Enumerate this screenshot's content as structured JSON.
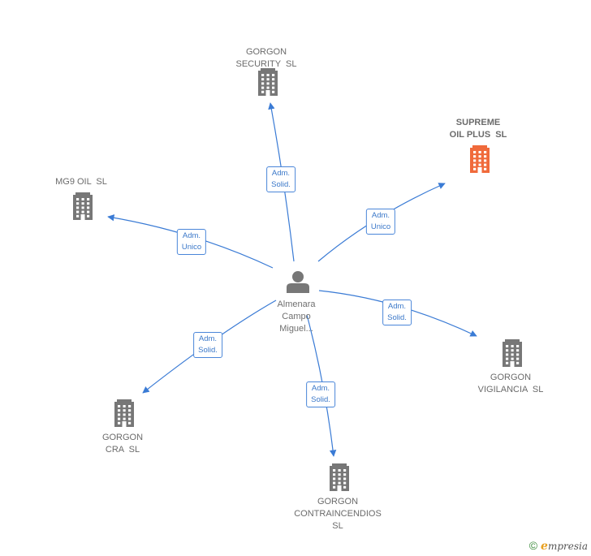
{
  "center": {
    "name": "Almenara\nCampo\nMiguel...",
    "icon": "person-icon"
  },
  "companies": [
    {
      "id": "gorgon-security",
      "name": "GORGON\nSECURITY  SL",
      "color": "#777777",
      "highlight": false,
      "icon": "building-icon"
    },
    {
      "id": "supreme-oil-plus",
      "name": "SUPREME\nOIL PLUS  SL",
      "color": "#f06a3b",
      "highlight": true,
      "icon": "building-icon"
    },
    {
      "id": "mg9-oil",
      "name": "MG9 OIL  SL",
      "color": "#777777",
      "highlight": false,
      "icon": "building-icon"
    },
    {
      "id": "gorgon-vigilancia",
      "name": "GORGON\nVIGILANCIA  SL",
      "color": "#777777",
      "highlight": false,
      "icon": "building-icon"
    },
    {
      "id": "gorgon-cra",
      "name": "GORGON\nCRA  SL",
      "color": "#777777",
      "highlight": false,
      "icon": "building-icon"
    },
    {
      "id": "gorgon-contraincendios",
      "name": "GORGON\nCONTRAINCENDIOS\nSL",
      "color": "#777777",
      "highlight": false,
      "icon": "building-icon"
    }
  ],
  "edges": [
    {
      "to": "gorgon-security",
      "label": "Adm.\nSolid."
    },
    {
      "to": "supreme-oil-plus",
      "label": "Adm.\nUnico"
    },
    {
      "to": "mg9-oil",
      "label": "Adm.\nUnico"
    },
    {
      "to": "gorgon-vigilancia",
      "label": "Adm.\nSolid."
    },
    {
      "to": "gorgon-cra",
      "label": "Adm.\nSolid."
    },
    {
      "to": "gorgon-contraincendios",
      "label": "Adm.\nSolid."
    }
  ],
  "edge_color": "#3a7bd5",
  "footer": {
    "copyright": "©",
    "brand_initial": "e",
    "brand_rest": "mpresia"
  }
}
